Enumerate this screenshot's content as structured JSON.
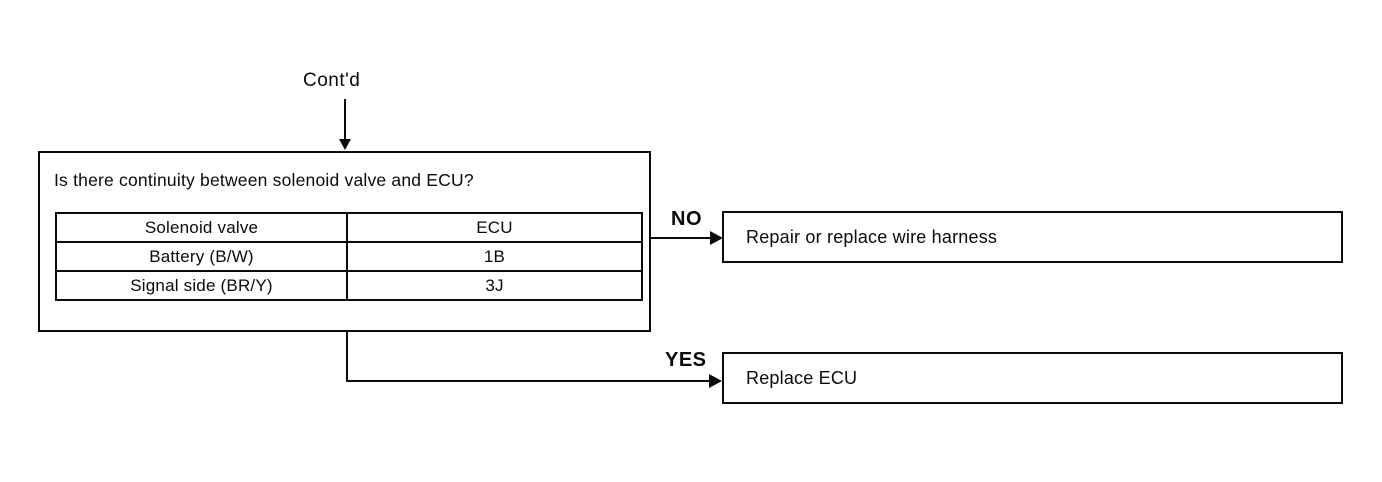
{
  "diagram": {
    "continued_label": "Cont'd",
    "question": "Is there continuity between solenoid valve and ECU?",
    "table": {
      "headers": [
        "Solenoid valve",
        "ECU"
      ],
      "rows": [
        [
          "Battery (B/W)",
          "1B"
        ],
        [
          "Signal side (BR/Y)",
          "3J"
        ]
      ]
    },
    "branches": [
      {
        "label": "NO",
        "action": "Repair or replace wire harness"
      },
      {
        "label": "YES",
        "action": "Replace ECU"
      }
    ]
  },
  "colors": {
    "ink": "#0a0a0a",
    "background": "#ffffff"
  }
}
